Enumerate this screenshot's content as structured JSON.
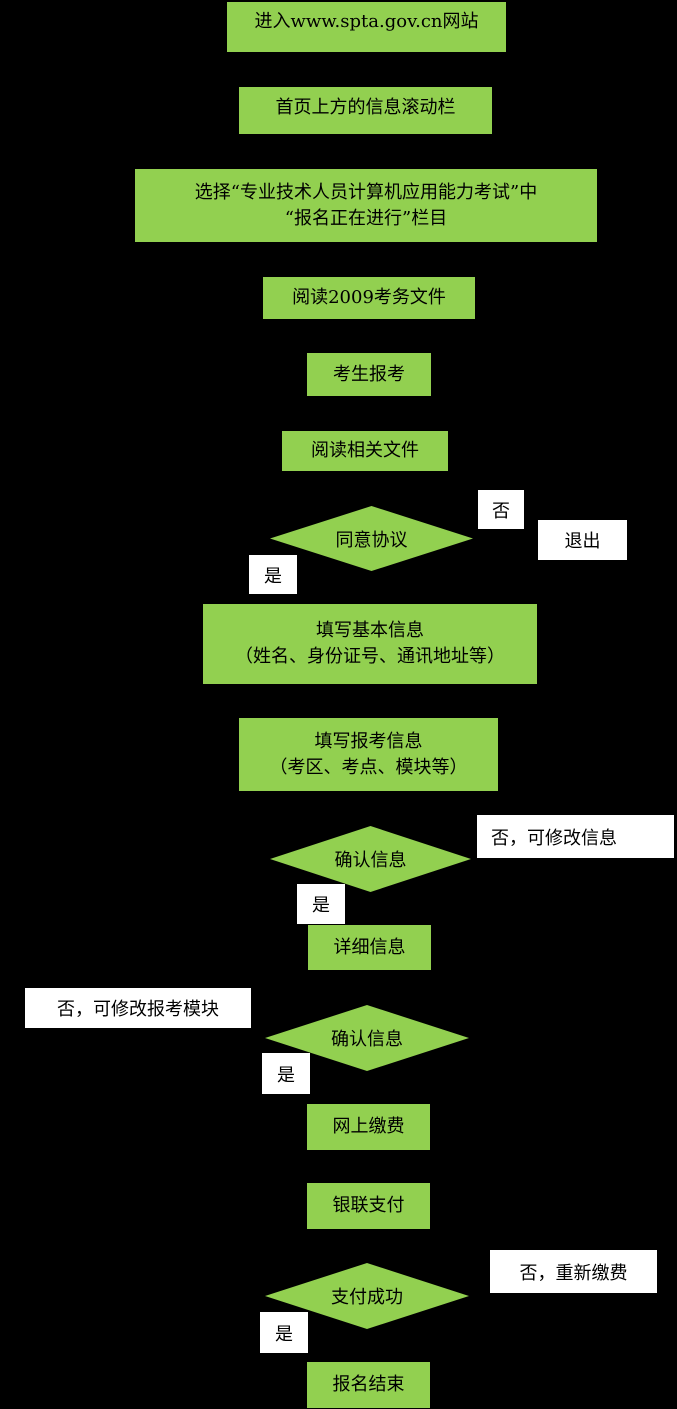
{
  "steps": {
    "s1": "进入www.spta.gov.cn网站",
    "s2": "首页上方的信息滚动栏",
    "s3_line1": "选择“专业技术人员计算机应用能力考试”中",
    "s3_line2": "“报名正在进行”栏目",
    "s4": "阅读2009考务文件",
    "s5": "考生报考",
    "s6": "阅读相关文件",
    "s7_line1": "填写基本信息",
    "s7_line2": "（姓名、身份证号、通讯地址等）",
    "s8_line1": "填写报考信息",
    "s8_line2": "（考区、考点、模块等）",
    "s9": "详细信息",
    "s10": "网上缴费",
    "s11": "银联支付",
    "s12": "报名结束"
  },
  "decisions": {
    "d1": "同意协议",
    "d2": "确认信息",
    "d3": "确认信息",
    "d4": "支付成功"
  },
  "labels": {
    "d1_no": "否",
    "d1_exit": "退出",
    "d1_yes": "是",
    "d2_no": "否，可修改信息",
    "d2_yes": "是",
    "d3_no": "否，可修改报考模块",
    "d3_yes": "是",
    "d4_no": "否，重新缴费",
    "d4_yes": "是"
  },
  "colors": {
    "node_fill": "#92d050",
    "background": "#000000",
    "label_fill": "#ffffff"
  }
}
